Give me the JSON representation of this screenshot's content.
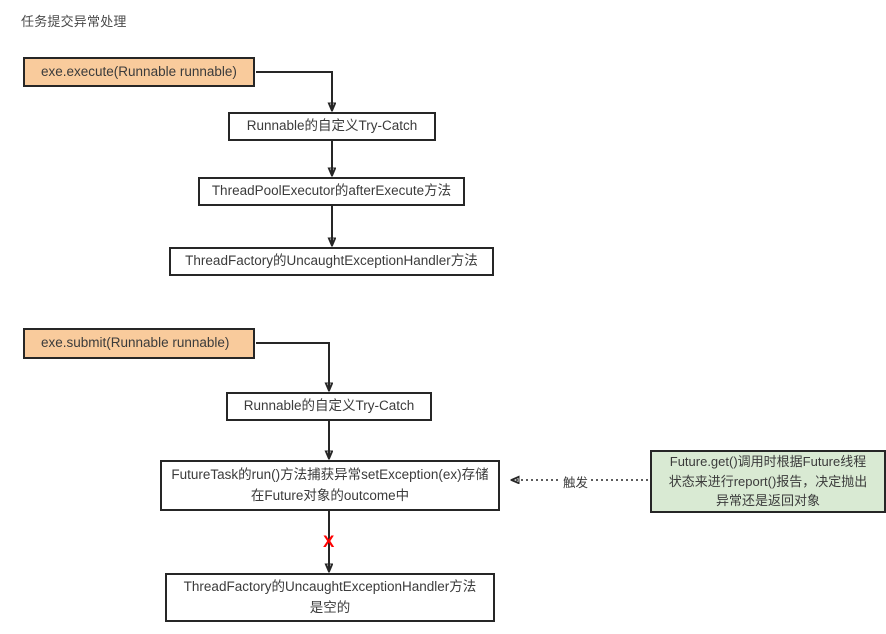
{
  "diagram": {
    "title": "任务提交异常处理",
    "type": "flowchart",
    "colors": {
      "start_fill": "#f9cb9c",
      "note_fill": "#d9ead3",
      "border": "#262626",
      "text": "#3b3b3b",
      "x_mark": "#ff0000",
      "background": "#ffffff"
    },
    "flows": [
      {
        "id": "execute-flow",
        "nodes": [
          {
            "id": "n1",
            "kind": "start",
            "label": "exe.execute(Runnable runnable)"
          },
          {
            "id": "n2",
            "kind": "process",
            "label": "Runnable的自定义Try-Catch"
          },
          {
            "id": "n3",
            "kind": "process",
            "label": "ThreadPoolExecutor的afterExecute方法"
          },
          {
            "id": "n4",
            "kind": "process",
            "label": "ThreadFactory的UncaughtExceptionHandler方法"
          }
        ]
      },
      {
        "id": "submit-flow",
        "nodes": [
          {
            "id": "n5",
            "kind": "start",
            "label": "exe.submit(Runnable runnable)"
          },
          {
            "id": "n6",
            "kind": "process",
            "label": "Runnable的自定义Try-Catch"
          },
          {
            "id": "n7",
            "kind": "process",
            "label_line1": "FutureTask的run()方法捕获异常setException(ex)存储",
            "label_line2": "在Future对象的outcome中"
          },
          {
            "id": "n8",
            "kind": "process",
            "label_line1": "ThreadFactory的UncaughtExceptionHandler方法",
            "label_line2": "是空的"
          }
        ]
      }
    ],
    "note": {
      "id": "note1",
      "line1": "Future.get()调用时根据Future线程",
      "line2": "状态来进行report()报告，决定抛出",
      "line3": "异常还是返回对象"
    },
    "edges": [
      {
        "from": "n7",
        "to": "note1",
        "label": "触发",
        "style": "dotted",
        "direction": "from-note-to-node"
      },
      {
        "from": "n7",
        "to": "n8",
        "style": "solid",
        "marker": "X",
        "marker_label": "X"
      }
    ]
  }
}
